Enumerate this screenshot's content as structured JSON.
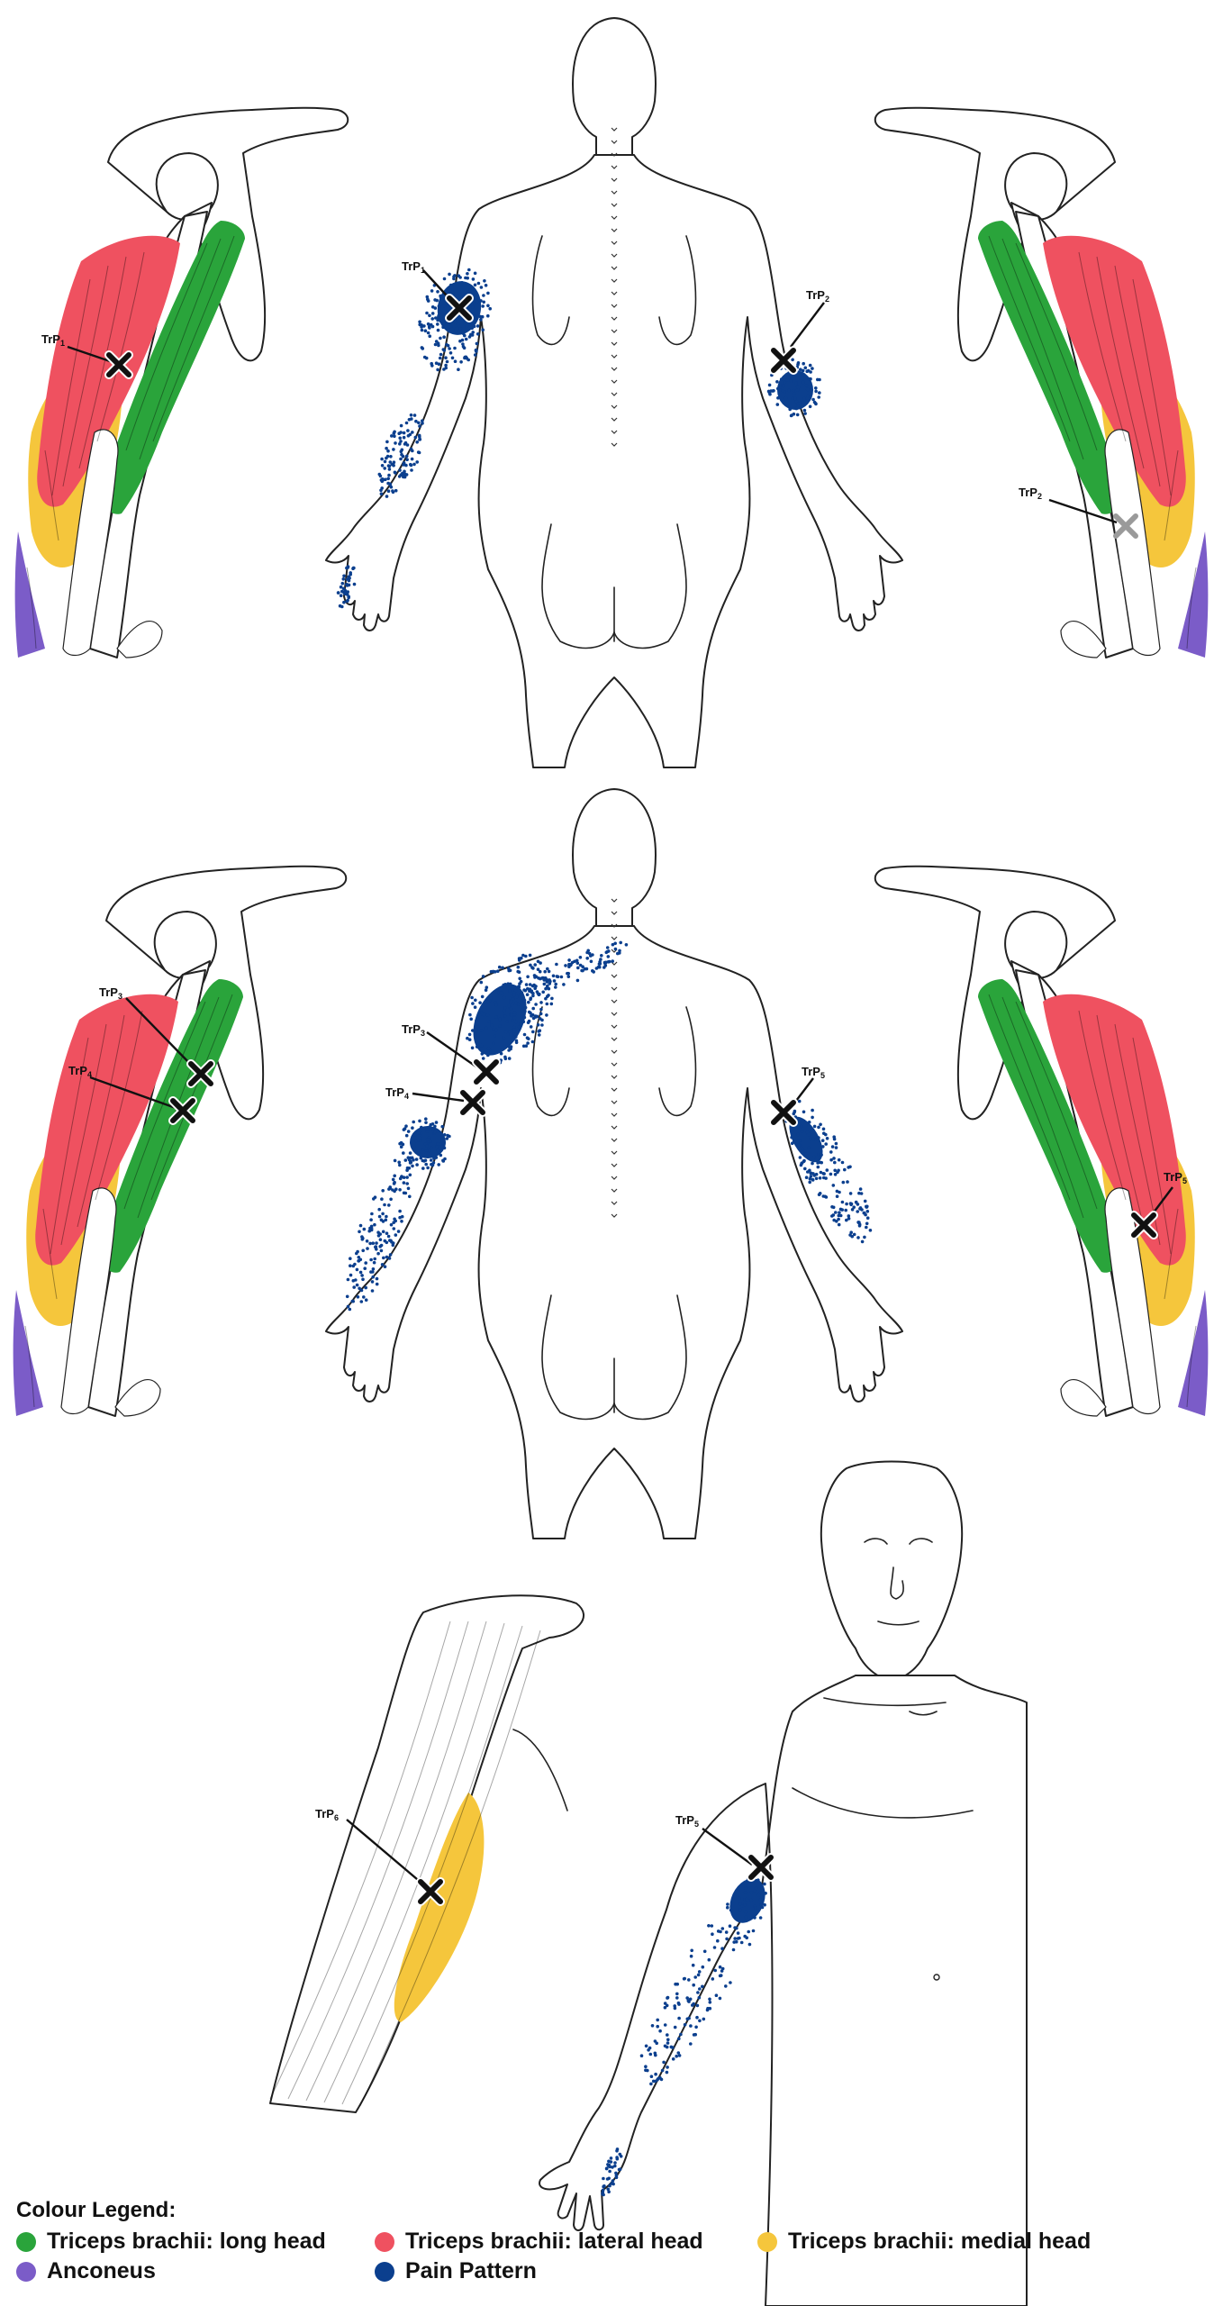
{
  "colors": {
    "long_head": "#2aa43b",
    "lateral_head": "#ef5160",
    "medial_head": "#f5c63c",
    "anconeus": "#7b5cc8",
    "pain": "#0b3f8e"
  },
  "labels": {
    "trp1": "TrP1",
    "trp2": "TrP2",
    "trp3": "TrP3",
    "trp4": "TrP4",
    "trp5": "TrP5",
    "trp6": "TrP6"
  },
  "marker": "X",
  "legend": {
    "title": "Colour Legend:",
    "items": [
      {
        "label": "Triceps brachii: long head",
        "color_key": "long_head"
      },
      {
        "label": "Triceps brachii: lateral head",
        "color_key": "lateral_head"
      },
      {
        "label": "Triceps brachii: medial head",
        "color_key": "medial_head"
      },
      {
        "label": "Anconeus",
        "color_key": "anconeus"
      },
      {
        "label": "Pain Pattern",
        "color_key": "pain"
      }
    ]
  }
}
